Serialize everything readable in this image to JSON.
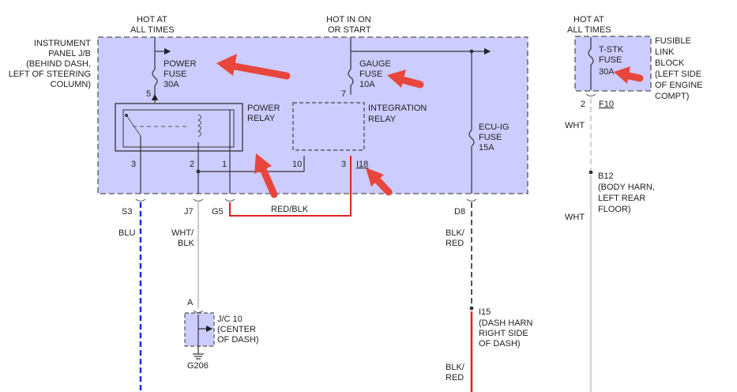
{
  "colors": {
    "box_fill": "#ccccff",
    "wire_red": "#e02222",
    "wire_blue": "#1a2fd8",
    "wire_grey": "#d6d6d6",
    "wire_dark": "#333333",
    "annotation_arrow": "#e8463c"
  },
  "labels": {
    "hot_at_1": "HOT AT",
    "all_times_1": "ALL TIMES",
    "hot_in_on": "HOT IN ON",
    "or_start": "OR START",
    "hot_at_2": "HOT AT",
    "all_times_2": "ALL TIMES",
    "ip_jb_1": "INSTRUMENT",
    "ip_jb_2": "PANEL J/B",
    "ip_jb_3": "(BEHIND DASH,",
    "ip_jb_4": "LEFT OF STEERING",
    "ip_jb_5": "COLUMN)",
    "power_fuse_1": "POWER",
    "power_fuse_2": "FUSE",
    "power_fuse_3": "30A",
    "gauge_fuse_1": "GAUGE",
    "gauge_fuse_2": "FUSE",
    "gauge_fuse_3": "10A",
    "power_relay_1": "POWER",
    "power_relay_2": "RELAY",
    "int_relay_1": "INTEGRATION",
    "int_relay_2": "RELAY",
    "ecu_fuse_1": "ECU-IG",
    "ecu_fuse_2": "FUSE",
    "ecu_fuse_3": "15A",
    "tstk_1": "T-STK",
    "tstk_2": "FUSE",
    "tstk_3": "30A",
    "flb_1": "FUSIBLE",
    "flb_2": "LINK",
    "flb_3": "BLOCK",
    "flb_4": "(LEFT SIDE",
    "flb_5": "OF ENGINE",
    "flb_6": "COMPT)",
    "pin_5": "5",
    "pin_7": "7",
    "pin_3a": "3",
    "pin_2": "2",
    "pin_1": "1",
    "pin_10": "10",
    "pin_3b": "3",
    "conn_i18": "I18",
    "conn_s3": "S3",
    "conn_j7": "J7",
    "conn_g5": "G5",
    "conn_d8": "D8",
    "pin_2_f10": "2",
    "conn_f10": "F10",
    "wire_red_blk": "RED/BLK",
    "wire_blu": "BLU",
    "wire_wht_blk_1": "WHT/",
    "wire_wht_blk_2": "BLK",
    "wire_blk_red_1": "BLK/",
    "wire_blk_red_2": "RED",
    "wire_wht_1": "WHT",
    "wire_wht_2": "WHT",
    "jc_pin_a": "A",
    "jc_1": "J/C 10",
    "jc_2": "(CENTER",
    "jc_3": "OF DASH)",
    "ground": "G206",
    "i15_1": "I15",
    "i15_2": "(DASH HARN",
    "i15_3": "RIGHT SIDE",
    "i15_4": "OF DASH)",
    "wire_blk_red_3": "BLK/",
    "wire_blk_red_4": "RED",
    "b12_1": "B12",
    "b12_2": "(BODY HARN,",
    "b12_3": "LEFT REAR",
    "b12_4": "FLOOR)"
  }
}
